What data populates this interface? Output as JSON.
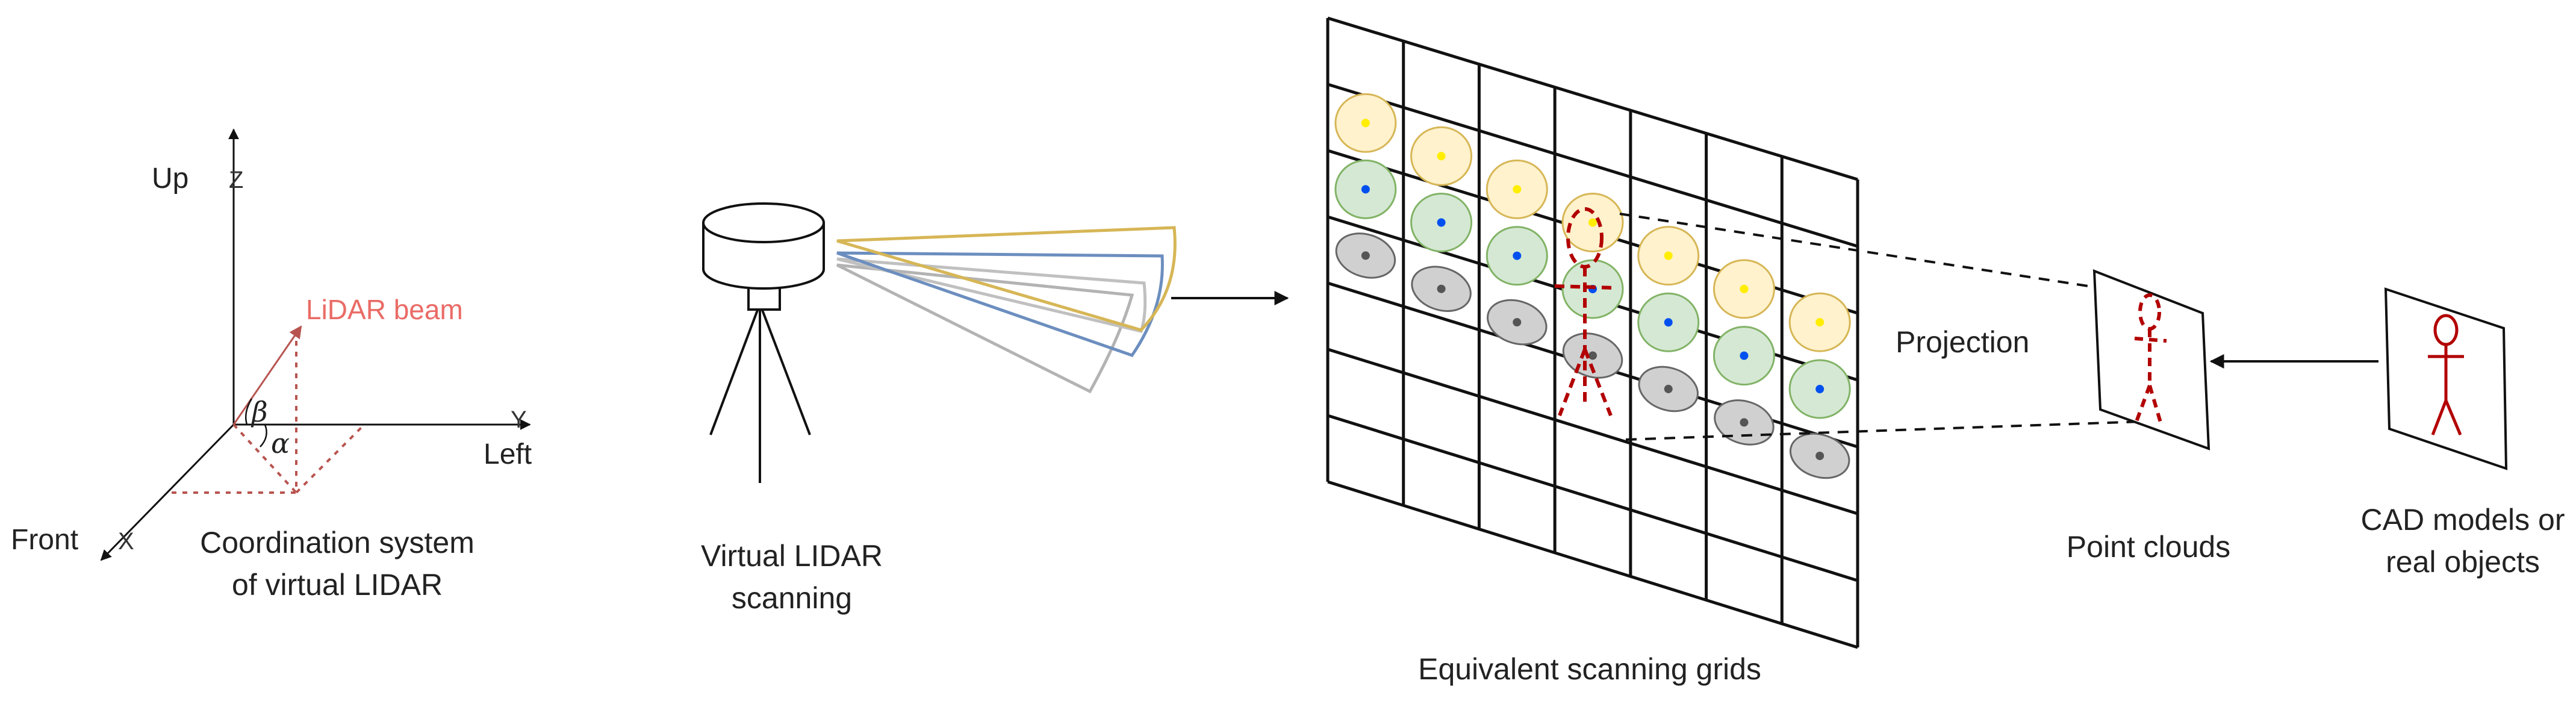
{
  "coordinate_system": {
    "axis_up": "Up",
    "axis_z": "Z",
    "axis_left": "Left",
    "axis_y": "Y",
    "axis_front": "Front",
    "axis_x": "X",
    "beam_label": "LiDAR beam",
    "angle_beta": "β",
    "angle_alpha": "α",
    "caption_line1": "Coordination system",
    "caption_line2": "of virtual LIDAR",
    "beam_color": "#ea6b66"
  },
  "scanner": {
    "caption_line1": "Virtual LIDAR",
    "caption_line2": "scanning",
    "beam_colors": [
      "#d6b656",
      "#6c8ebf",
      "#b3b3b3",
      "#b3b3b3"
    ]
  },
  "grid": {
    "caption": "Equivalent scanning grids",
    "dot_rows": [
      {
        "fill": "#fff2cc",
        "stroke": "#d6b656",
        "dot": "#ffee00"
      },
      {
        "fill": "#d5e8d4",
        "stroke": "#82b366",
        "dot": "#0050ef"
      },
      {
        "fill": "#d0d0d0",
        "stroke": "#666666",
        "dot": "#555555"
      }
    ]
  },
  "projection": {
    "label": "Projection",
    "figure_color": "#b20000"
  },
  "point_clouds": {
    "caption": "Point clouds"
  },
  "cad": {
    "caption_line1": "CAD models or",
    "caption_line2": "real objects"
  }
}
